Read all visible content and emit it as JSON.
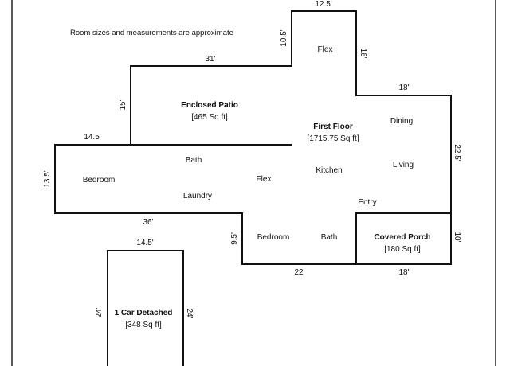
{
  "note": "Room sizes and measurements are approximate",
  "areas": {
    "enclosed_patio": {
      "name": "Enclosed Patio",
      "area": "[465 Sq ft]"
    },
    "first_floor": {
      "name": "First Floor",
      "area": "[1715.75 Sq ft]"
    },
    "covered_porch": {
      "name": "Covered Porch",
      "area": "[180 Sq ft]"
    },
    "garage": {
      "name": "1 Car Detached",
      "area": "[348 Sq ft]"
    }
  },
  "rooms": {
    "flex_top": "Flex",
    "dining": "Dining",
    "living": "Living",
    "kitchen": "Kitchen",
    "flex_mid": "Flex",
    "bath_left": "Bath",
    "bedroom_left": "Bedroom",
    "laundry": "Laundry",
    "entry": "Entry",
    "bedroom_bottom": "Bedroom",
    "bath_bottom": "Bath"
  },
  "dimensions": {
    "flex_width": "12.5'",
    "flex_left": "10.5'",
    "flex_right": "16'",
    "patio_width": "31'",
    "patio_depth": "15'",
    "dining_width": "18'",
    "west_wing_width": "14.5'",
    "right_side": "22.5'",
    "left_side": "13.5'",
    "south_width": "36'",
    "south_step": "9.5'",
    "porch_depth": "10'",
    "bottom_width": "22'",
    "porch_width": "18'",
    "garage_width": "14.5'",
    "garage_left": "24'",
    "garage_right": "24'"
  }
}
